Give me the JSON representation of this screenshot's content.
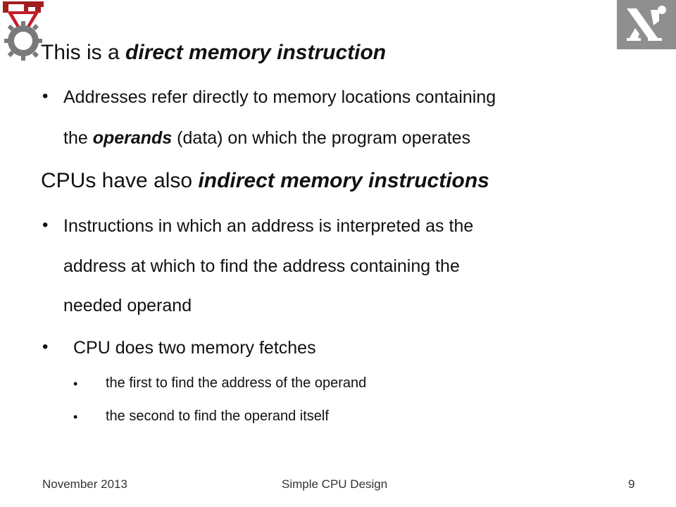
{
  "logos": {
    "left_icon": "technion-logo-icon",
    "right_icon": "hebrew-letter-logo-icon"
  },
  "content": {
    "p1": {
      "pre": "This is a ",
      "em": "direct memory instruction"
    },
    "p1_b1_l1": "Addresses  refer directly to memory locations containing",
    "p1_b1_l2": {
      "pre": "the ",
      "em": "operands",
      "post": " (data) on which the program operates"
    },
    "p2": {
      "pre": "CPUs have also  ",
      "em": "indirect memory instructions"
    },
    "p2_b1_l1": "Instructions in which an address is interpreted as the",
    "p2_b1_l2": "address at which to find the address containing the",
    "p2_b1_l3": "needed operand",
    "p2_b2": "CPU does two memory fetches",
    "p2_b2_s1": "the first to find the address of the operand",
    "p2_b2_s2": "the second to find the operand itself",
    "bullet_char": "•"
  },
  "footer": {
    "date": "November 2013",
    "title": "Simple CPU Design",
    "page": "9"
  }
}
